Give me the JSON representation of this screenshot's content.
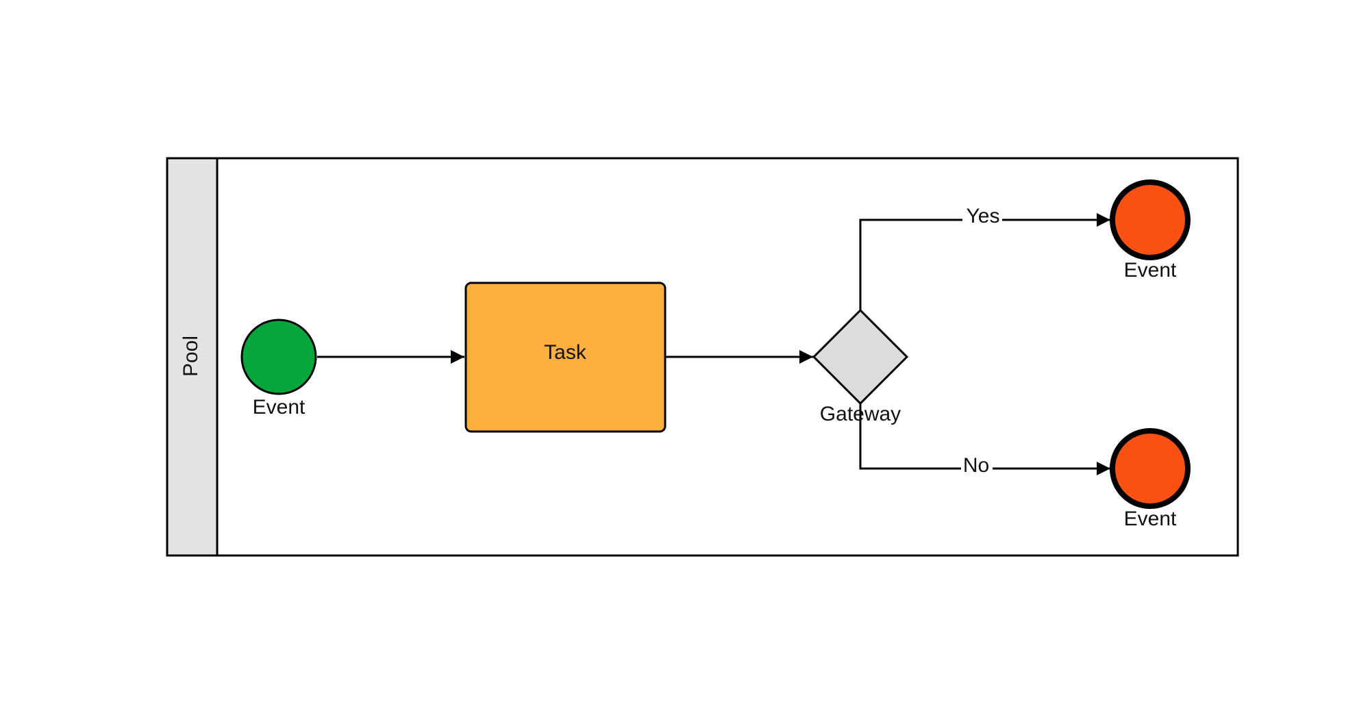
{
  "pool": {
    "label": "Pool",
    "header_fill": "#e4e4e4"
  },
  "nodes": {
    "start_event": {
      "label": "Event",
      "fill": "#05a63c"
    },
    "task": {
      "label": "Task",
      "fill": "#fdaf40"
    },
    "gateway": {
      "label": "Gateway",
      "fill": "#dcdcdc"
    },
    "end_event_yes": {
      "label": "Event",
      "fill": "#fb5214"
    },
    "end_event_no": {
      "label": "Event",
      "fill": "#fb5214"
    }
  },
  "flows": {
    "yes": {
      "label": "Yes"
    },
    "no": {
      "label": "No"
    }
  }
}
